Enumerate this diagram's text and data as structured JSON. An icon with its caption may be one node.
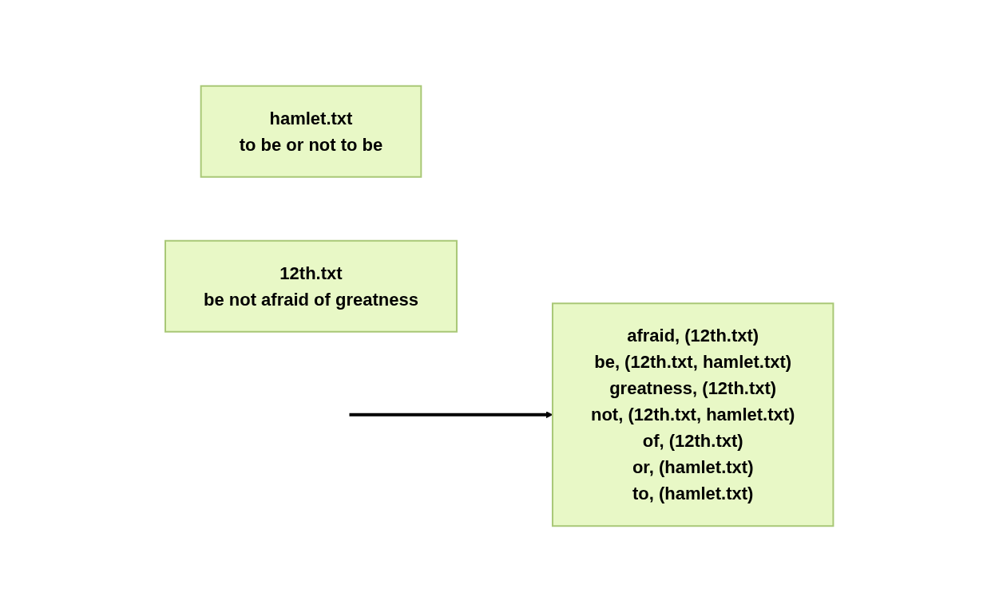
{
  "diagram": {
    "nodes": [
      {
        "text": [
          "hamlet.txt",
          "to be or not to be"
        ]
      },
      {
        "text": [
          "12th.txt",
          "be not afraid of greatness"
        ]
      },
      {
        "text": [
          "afraid, (12th.txt)",
          "be, (12th.txt, hamlet.txt)",
          "greatness, (12th.txt)",
          "not, (12th.txt, hamlet.txt)",
          "of, (12th.txt)",
          "or, (hamlet.txt)",
          "to, (hamlet.txt)"
        ]
      }
    ],
    "edges": [
      {
        "from": null,
        "to": 2,
        "arrow": "to"
      }
    ]
  }
}
